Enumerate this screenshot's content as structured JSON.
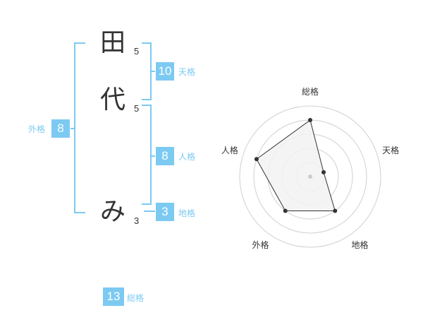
{
  "name": {
    "chars": [
      {
        "char": "田",
        "strokes": "5"
      },
      {
        "char": "代",
        "strokes": "5"
      },
      {
        "char": "み",
        "strokes": "3"
      }
    ]
  },
  "fortune": {
    "tenkaku": {
      "value": "10",
      "label": "天格"
    },
    "jinkaku": {
      "value": "8",
      "label": "人格"
    },
    "chikaku": {
      "value": "3",
      "label": "地格"
    },
    "gaikaku": {
      "value": "8",
      "label": "外格"
    },
    "soukaku": {
      "value": "13",
      "label": "総格"
    }
  },
  "chart_data": {
    "type": "radar",
    "axes": [
      "総格",
      "天格",
      "地格",
      "外格",
      "人格"
    ],
    "values": [
      4,
      1,
      3,
      3,
      4
    ],
    "rmax": 5,
    "rings": 5,
    "colors": {
      "fill": "#f2f2f2",
      "line": "#333333",
      "ring": "#d0d0d0",
      "center": "#cccccc"
    }
  }
}
